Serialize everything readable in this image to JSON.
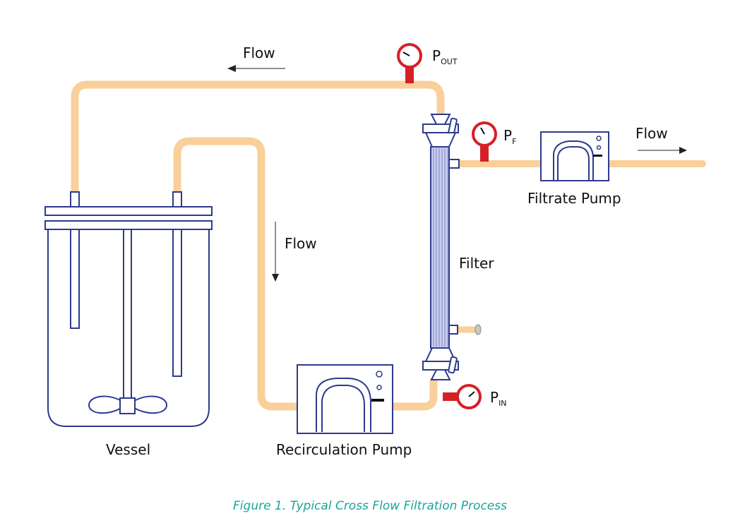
{
  "labels": {
    "flow_top": "Flow",
    "flow_down": "Flow",
    "flow_right": "Flow",
    "filter": "Filter",
    "vessel": "Vessel",
    "recirculation_pump": "Recirculation Pump",
    "filtrate_pump": "Filtrate Pump"
  },
  "gauges": {
    "out": {
      "main": "P",
      "sub": "OUT"
    },
    "filtrate": {
      "main": "P",
      "sub": "F"
    },
    "in": {
      "main": "P",
      "sub": "IN"
    }
  },
  "caption": "Figure 1. Typical Cross Flow Filtration Process",
  "colors": {
    "tube": "#f9cf9a",
    "outline": "#2e3a8c",
    "gauge": "#d62027",
    "caption": "#1aa59a",
    "filter_fill": "#c9cdf0"
  }
}
